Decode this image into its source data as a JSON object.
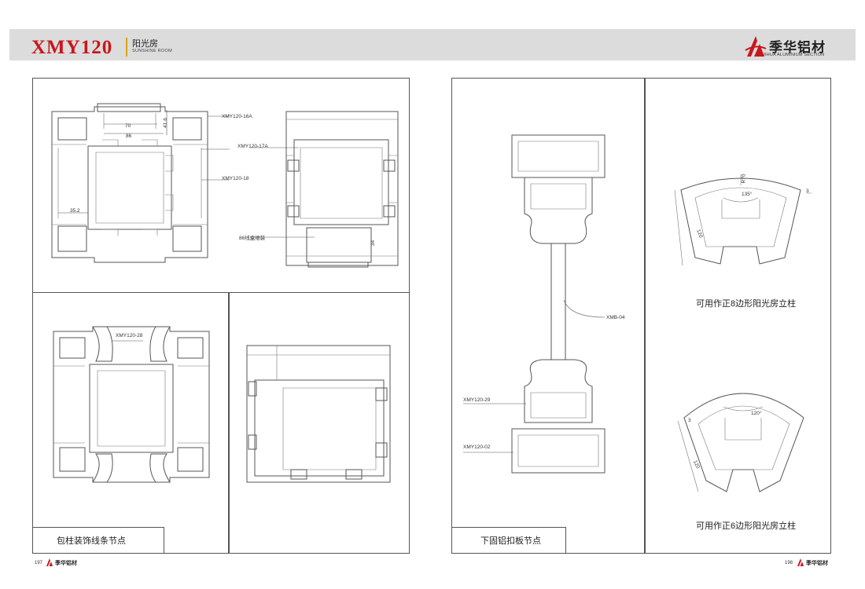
{
  "header": {
    "model": "XMY120",
    "series_cn": "阳光房",
    "series_en": "SUNSHINE ROOM",
    "brand_cn": "季华铝材",
    "brand_en": "JIHUA ALUMINIUM SECTION"
  },
  "left": {
    "top_panel": {
      "labels": {
        "a": "XMY120-16A",
        "b": "XMY120-17A",
        "c": "XMY120-18",
        "d": "86线盒维装"
      },
      "dims": {
        "d70": "70",
        "d86": "86",
        "d41": "41.6",
        "d35": "35.2",
        "d34": "34"
      }
    },
    "bottom_panel": {
      "label": "XMY120-28",
      "caption": "包柱装饰线条节点"
    }
  },
  "right": {
    "left_panel": {
      "labels": {
        "a": "XMB-04",
        "b": "XMY120-29",
        "c": "XMY120-02"
      },
      "caption": "下固铝扣板节点"
    },
    "oct": {
      "r": "R70",
      "angle": "135°",
      "d3": "3",
      "d120": "120",
      "caption": "可用作正8边形阳光房立柱"
    },
    "hex": {
      "angle": "120°",
      "d3": "3",
      "d120": "120",
      "caption": "可用作正6边形阳光房立柱"
    }
  },
  "footer": {
    "left_page": "197",
    "right_page": "198",
    "brand_cn": "季华铝材"
  },
  "colors": {
    "brand_red": "#c8161d",
    "accent_gold": "#e0a01a",
    "header_gray": "#dcdcdc"
  }
}
